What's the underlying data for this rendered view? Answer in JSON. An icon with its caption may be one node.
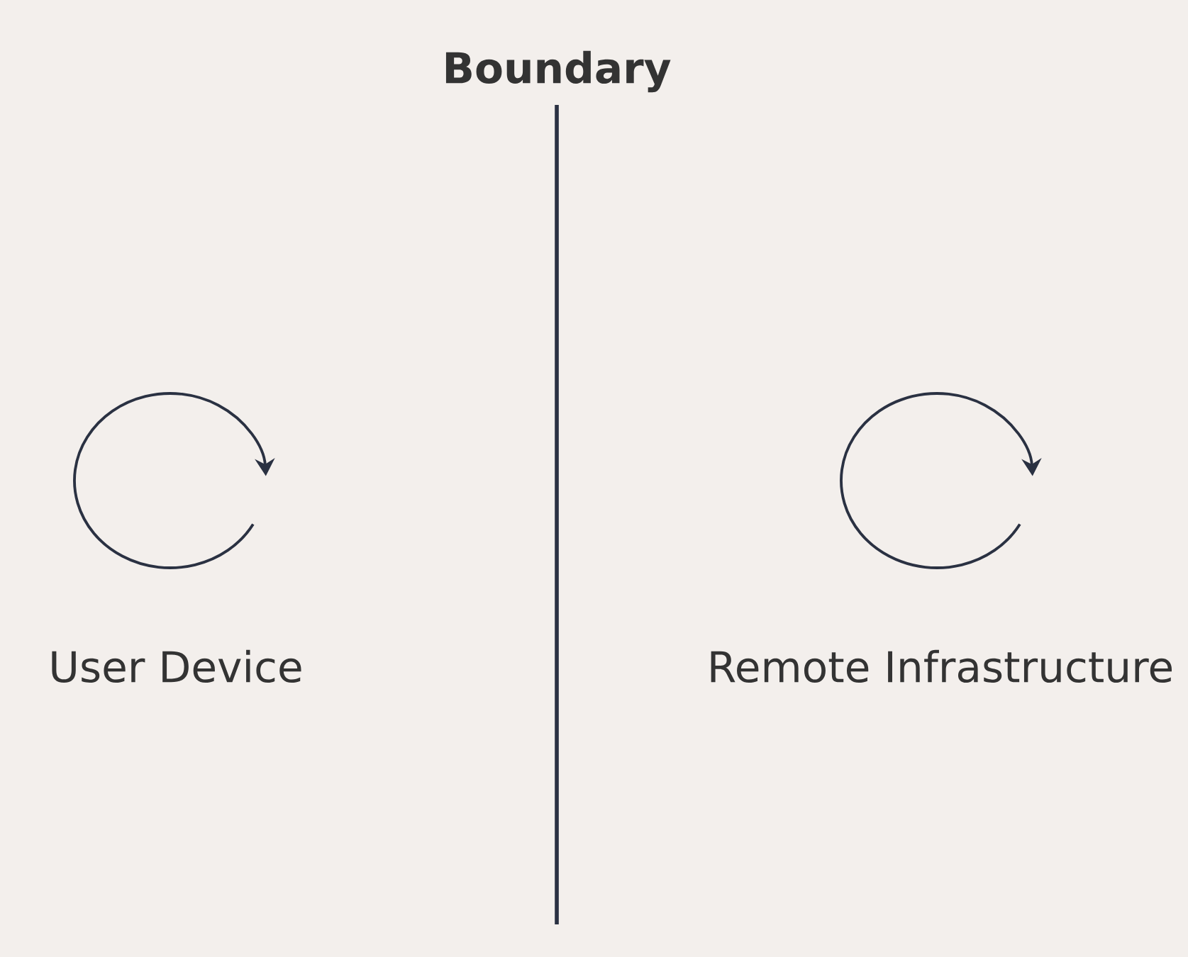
{
  "diagram": {
    "labels": [
      "Boundary",
      "User Device",
      "Remote Infrastructure"
    ]
  }
}
